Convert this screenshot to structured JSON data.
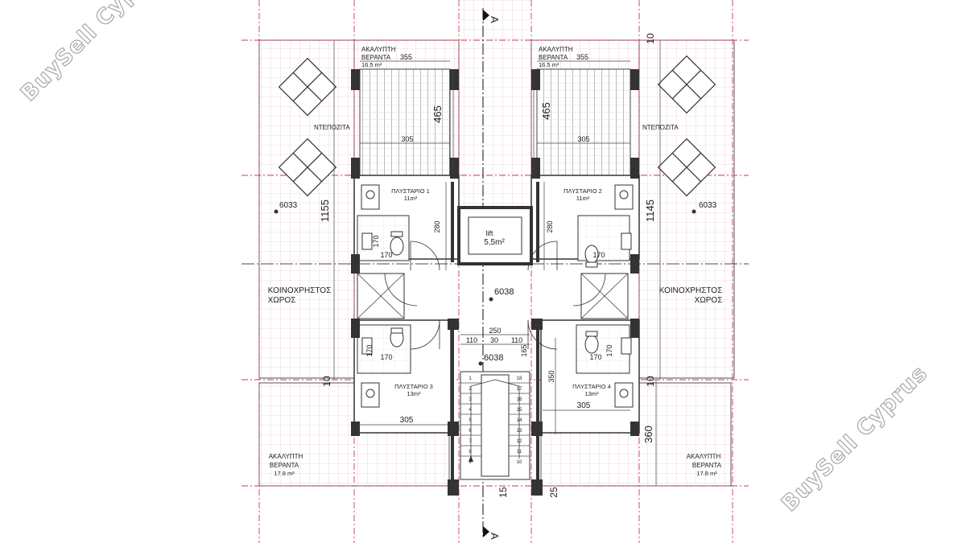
{
  "section_marks": {
    "top": "A",
    "bottom": "A"
  },
  "watermark": "BuySell Cyprus",
  "verandas_top": {
    "label_line1": "ΑΚΑΛΥΠΤΗ",
    "label_line2": "ΒΕΡΑΝΤΑ",
    "area": "16.5 m²",
    "width_dim": "355",
    "depth_dim": "465",
    "inner_dim": "305"
  },
  "verandas_bottom": {
    "label_line1": "ΑΚΑΛΥΠΤΗ",
    "label_line2": "ΒΕΡΑΝΤΑ",
    "area": "17.8 m²"
  },
  "pergola_label": "ΝΤΕΠΟΖΙΤΑ",
  "common_area": {
    "line1": "ΚΟΙΝΟΧΡΗΣΤΟΣ",
    "line2": "ΧΩΡΟΣ"
  },
  "levels": {
    "side": "6033",
    "center": "6038",
    "stair": "6038"
  },
  "studios": [
    {
      "name": "ΠΛΥΣΤΑΡΙΟ 1",
      "area": "11m²"
    },
    {
      "name": "ΠΛΥΣΤΑΡΙΟ 2",
      "area": "11m²"
    },
    {
      "name": "ΠΛΥΣΤΑΡΙΟ 3",
      "area": "13m²"
    },
    {
      "name": "ΠΛΥΣΤΑΡΙΟ 4",
      "area": "13m²"
    }
  ],
  "lift": {
    "label": "lift",
    "area": "5,5m²"
  },
  "dims": {
    "left_total": "1155",
    "right_total": "1145",
    "corridor": "280",
    "wc": "170",
    "bottom_room": "305",
    "stair_width": "250",
    "stair_parts": [
      "110",
      "30",
      "110"
    ],
    "stair_depth": "165",
    "room4_depth": "350",
    "bottom_depth": "360",
    "wall_top": "10",
    "wall_left": "10",
    "wall_right": "10",
    "gap_left": "15",
    "gap_right": "25"
  },
  "stair_steps": {
    "left": [
      "1",
      "2",
      "3",
      "4",
      "5",
      "6",
      "7",
      "8",
      "9"
    ],
    "right": [
      "18",
      "17",
      "16",
      "15",
      "14",
      "13",
      "12",
      "11",
      "10"
    ]
  }
}
